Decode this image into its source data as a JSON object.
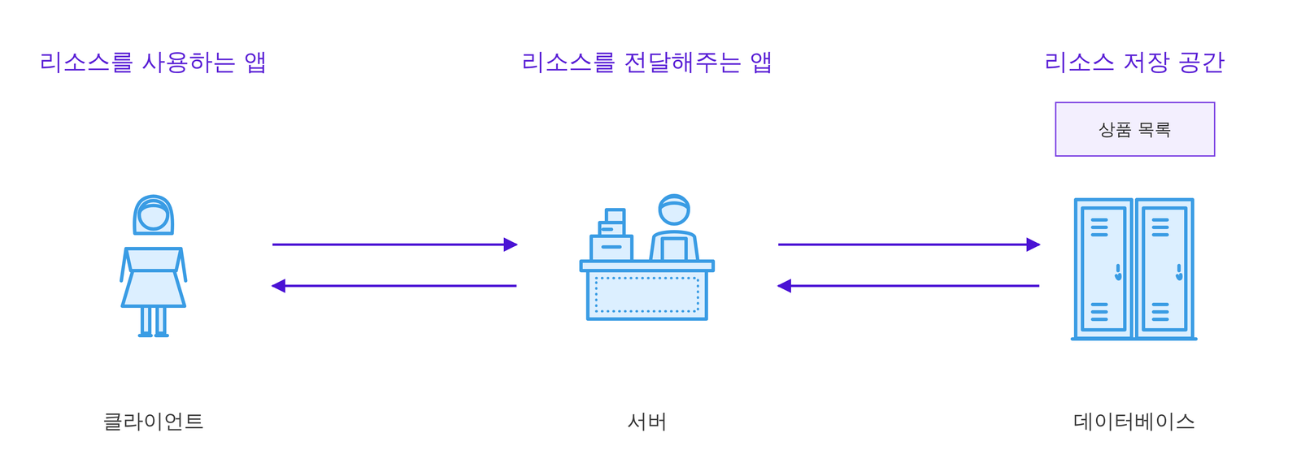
{
  "diagram": {
    "nodes": [
      {
        "text": [
          "리소스를 사용하는 앱",
          "클라이언트"
        ]
      },
      {
        "text": [
          "리소스를 전달해주는 앱",
          "서버"
        ]
      },
      {
        "text": [
          "리소스 저장 공간",
          "데이터베이스"
        ]
      },
      {
        "text": [
          "상품 목록"
        ]
      }
    ],
    "edges": [
      {
        "from": 0,
        "to": 1,
        "arrow": "to"
      },
      {
        "from": 1,
        "to": 0,
        "arrow": "to"
      },
      {
        "from": 1,
        "to": 2,
        "arrow": "to"
      },
      {
        "from": 2,
        "to": 1,
        "arrow": "to"
      }
    ]
  }
}
